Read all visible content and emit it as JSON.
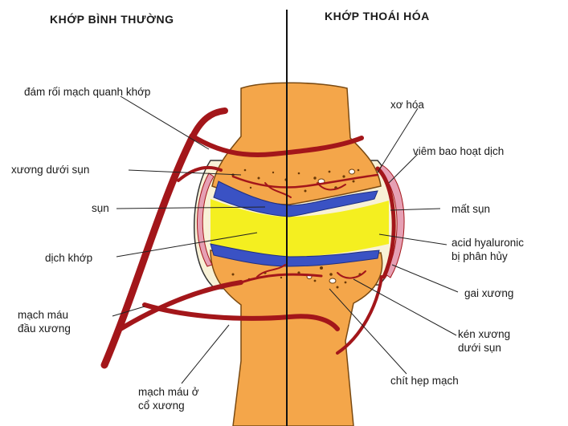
{
  "headings": {
    "left": "KHỚP BÌNH THƯỜNG",
    "right": "KHỚP THOÁI HÓA"
  },
  "labels_left": {
    "dam_roi": "đám rối mạch quanh khớp",
    "xuong_duoi_sun": "xương dưới sụn",
    "sun": "sụn",
    "dich_khop": "dịch khớp",
    "mach_mau_dau_xuong": [
      "mạch máu",
      "đầu xương"
    ],
    "mach_mau_co_xuong": [
      "mạch máu ở",
      "cổ xương"
    ]
  },
  "labels_right": {
    "xo_hoa": "xơ hóa",
    "viem_bao": "viêm bao hoạt dịch",
    "mat_sun": "mất sụn",
    "acid": [
      "acid hyaluronic",
      "bị phân hủy"
    ],
    "gai_xuong": "gai xương",
    "ken_xuong": [
      "kén xương",
      "dưới sụn"
    ],
    "chit_hep": "chít hẹp mạch"
  },
  "colors": {
    "bone": "#f4a64a",
    "bone_edge": "#7a4a12",
    "cartilage": "#3a52c4",
    "synovial_fluid": "#f4ef20",
    "blood_vessel": "#a3161a",
    "synovium_pink": "#e6a0b4",
    "capsule_cream": "#f8f1d6"
  }
}
